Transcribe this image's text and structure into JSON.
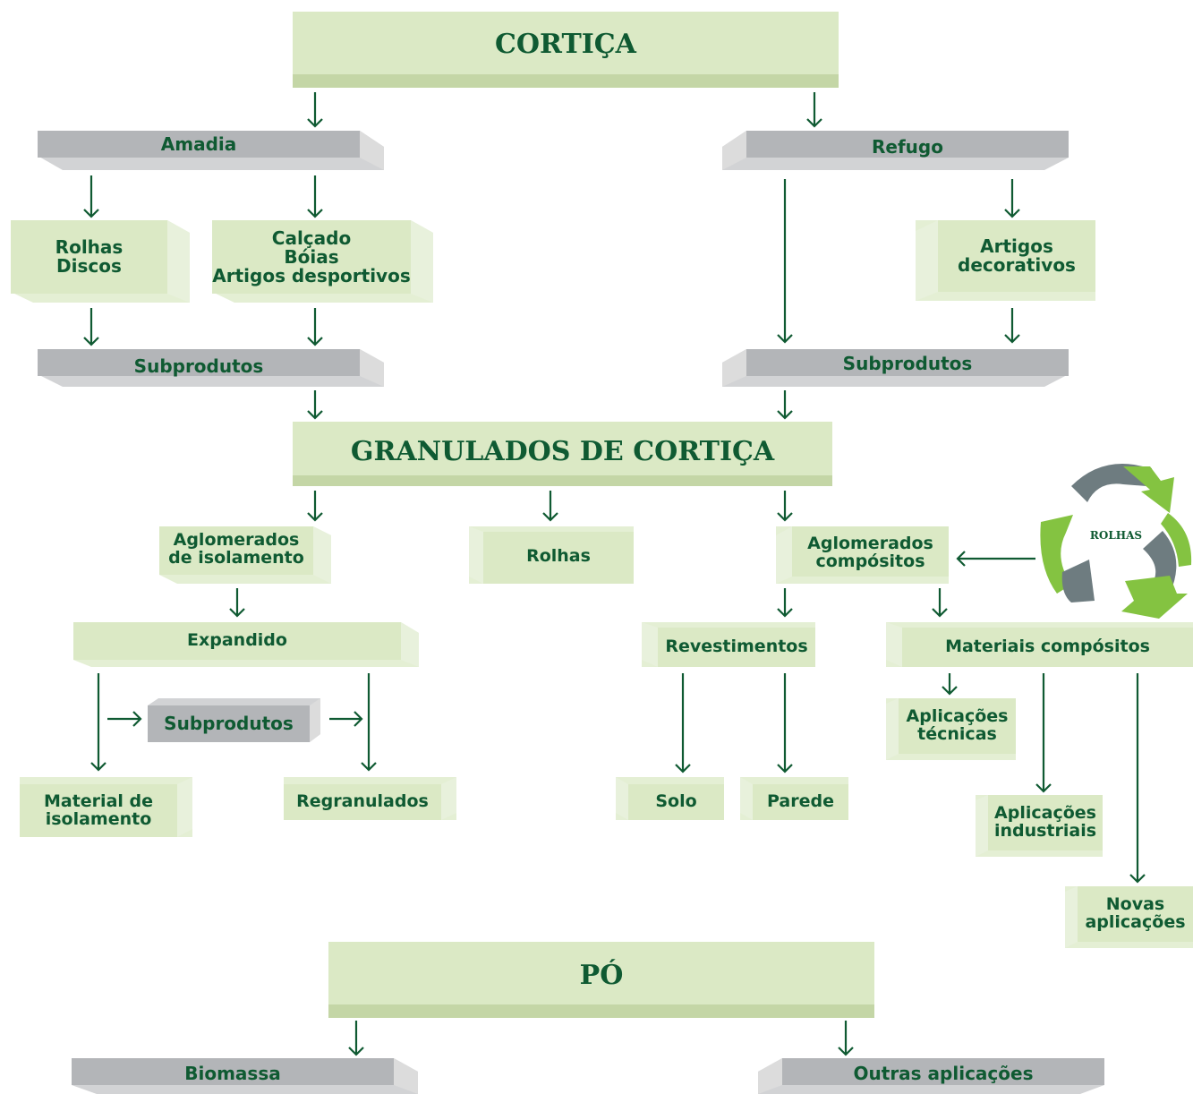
{
  "diagram": {
    "root": "CORTIÇA",
    "amadia": "Amadia",
    "refugo": "Refugo",
    "amadia_products_1": "Rolhas\nDiscos",
    "amadia_products_2": "Calçado\nBóias\nArtigos desportivos",
    "refugo_products": "Artigos\ndecorativos",
    "subprodutos_left": "Subprodutos",
    "subprodutos_right": "Subprodutos",
    "granulados": "GRANULADOS DE CORTIÇA",
    "aglomerados_isolamento": "Aglomerados\nde isolamento",
    "rolhas": "Rolhas",
    "aglomerados_compositos": "Aglomerados\ncompósitos",
    "recycle_label": "ROLHAS",
    "expandido": "Expandido",
    "subprodutos_expandido": "Subprodutos",
    "material_isolamento": "Material de\nisolamento",
    "regranulados": "Regranulados",
    "revestimentos": "Revestimentos",
    "solo": "Solo",
    "parede": "Parede",
    "materiais_compositos": "Materiais compósitos",
    "aplicacoes_tecnicas": "Aplicações\ntécnicas",
    "aplicacoes_industriais": "Aplicações\nindustriais",
    "novas_aplicacoes": "Novas\naplicações",
    "po": "PÓ",
    "biomassa": "Biomassa",
    "outras_aplicacoes": "Outras aplicações"
  },
  "colors": {
    "arrow": "#0f5a32",
    "text": "#0f5a32",
    "green_face": "#dbe9c5",
    "green_side": "#c4d6a6",
    "gray_face": "#b3b5b8",
    "gray_side": "#dcdcdc",
    "recycle_green": "#84c341",
    "recycle_gray": "#6e7c80"
  }
}
